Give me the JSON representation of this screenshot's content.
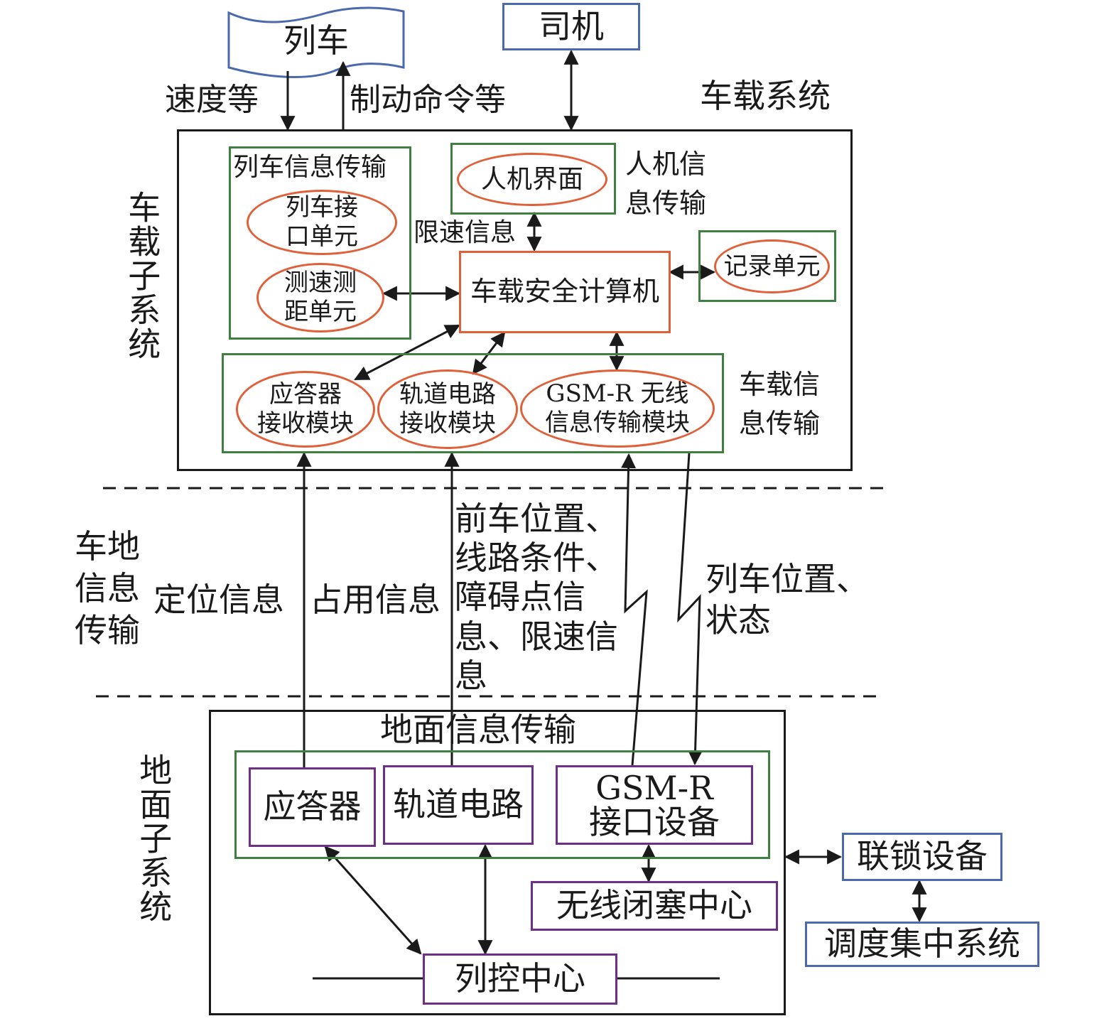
{
  "external": {
    "train": "列车",
    "driver": "司机",
    "interlocking": "联锁设备",
    "ctc": "调度集中系统"
  },
  "top_labels": {
    "speed_etc": "速度等",
    "brake_cmd": "制动命令等",
    "onboard_system": "车载系统"
  },
  "onboard": {
    "subsystem_label": "车载子系统",
    "train_info_group": {
      "title": "列车信息传输",
      "units": [
        "列车接\n口单元",
        "测速测\n距单元"
      ]
    },
    "hmi_group": {
      "unit": "人机界面",
      "side_label": "人机信\n息传输"
    },
    "speed_limit_label": "限速信息",
    "safety_computer": "车载安全计算机",
    "record_unit": "记录单元",
    "comm_group": {
      "modules": [
        "应答器\n接收模块",
        "轨道电路\n接收模块",
        "GSM-R 无线\n信息传输模块"
      ],
      "side_label": "车载信\n息传输"
    }
  },
  "middle": {
    "section_label": "车地\n信息\n传输",
    "positioning": "定位信息",
    "occupancy": "占用信息",
    "front_info": "前车位置、\n线路条件、\n障碍点信\n息、限速信\n息",
    "train_status": "列车位置、\n状态"
  },
  "ground": {
    "subsystem_label": "地面子系统",
    "group_title": "地面信息传输",
    "devices": [
      "应答器",
      "轨道电路",
      "GSM-R\n接口设备"
    ],
    "rbc": "无线闭塞中心",
    "tcc": "列控中心"
  },
  "colors": {
    "external_border": "#4a6aad",
    "group_border": "#3f7f3f",
    "unit_border": "#e0603a",
    "ground_device_border": "#6e2f86",
    "line": "#1a1a1a"
  }
}
